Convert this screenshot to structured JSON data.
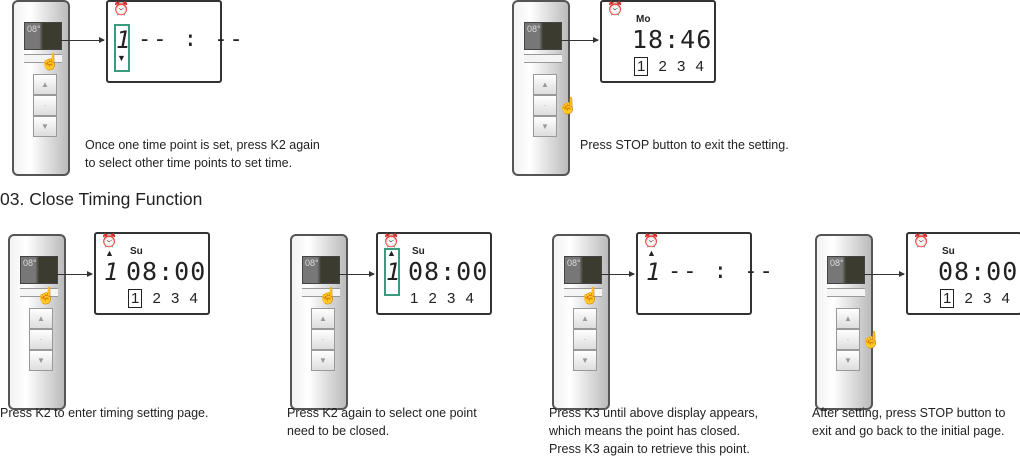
{
  "heading": "03. Close Timing Function",
  "top_steps": [
    {
      "lcd": "08°",
      "display": {
        "day": "",
        "time": "--:--",
        "index": "1",
        "indicator": "down",
        "selected": true,
        "numbers": []
      },
      "caption": [
        "Once one time point is set, press K2 again",
        "to select other time points to set time."
      ],
      "pressed": "K2"
    },
    {
      "lcd": "08°",
      "display": {
        "day": "Mo",
        "time": "18:46",
        "index": "",
        "indicator": "",
        "selected": false,
        "numbers": [
          "1",
          "2",
          "3",
          "4"
        ],
        "boxed": "1"
      },
      "caption": [
        "Press STOP button to exit the setting."
      ],
      "pressed": "STOP"
    }
  ],
  "bottom_steps": [
    {
      "lcd": "08°",
      "display": {
        "day": "Su",
        "time": "08:00",
        "index": "1",
        "indicator": "up",
        "selected": false,
        "numbers": [
          "1",
          "2",
          "3",
          "4"
        ],
        "boxed": "1"
      },
      "caption": [
        "Press K2 to enter timing setting page."
      ],
      "pressed": "K2"
    },
    {
      "lcd": "08°",
      "display": {
        "day": "Su",
        "time": "08:00",
        "index": "1",
        "indicator": "up",
        "selected": true,
        "numbers": [
          "1",
          "2",
          "3",
          "4"
        ],
        "boxed": ""
      },
      "caption": [
        "Press K2 again to select one point",
        "need to be closed."
      ],
      "pressed": "K2"
    },
    {
      "lcd": "08°",
      "display": {
        "day": "",
        "time": "--:--",
        "index": "1",
        "indicator": "up",
        "selected": false,
        "numbers": []
      },
      "caption": [
        "Press K3 until above display appears,",
        "which means the point has closed.",
        "Press K3 again to retrieve this point."
      ],
      "pressed": "K3"
    },
    {
      "lcd": "08°",
      "display": {
        "day": "Su",
        "time": "08:00",
        "index": "",
        "indicator": "",
        "selected": false,
        "numbers": [
          "1",
          "2",
          "3",
          "4"
        ],
        "boxed": "1"
      },
      "caption": [
        "After setting, press STOP button to",
        "exit and go back to the initial page."
      ],
      "pressed": "STOP"
    }
  ],
  "icons": {
    "alarm": "alarm-clock-icon",
    "hand": "pointing-hand-icon",
    "up": "arrow-up-icon",
    "stop": "stop-dot-icon",
    "down": "arrow-down-icon"
  }
}
